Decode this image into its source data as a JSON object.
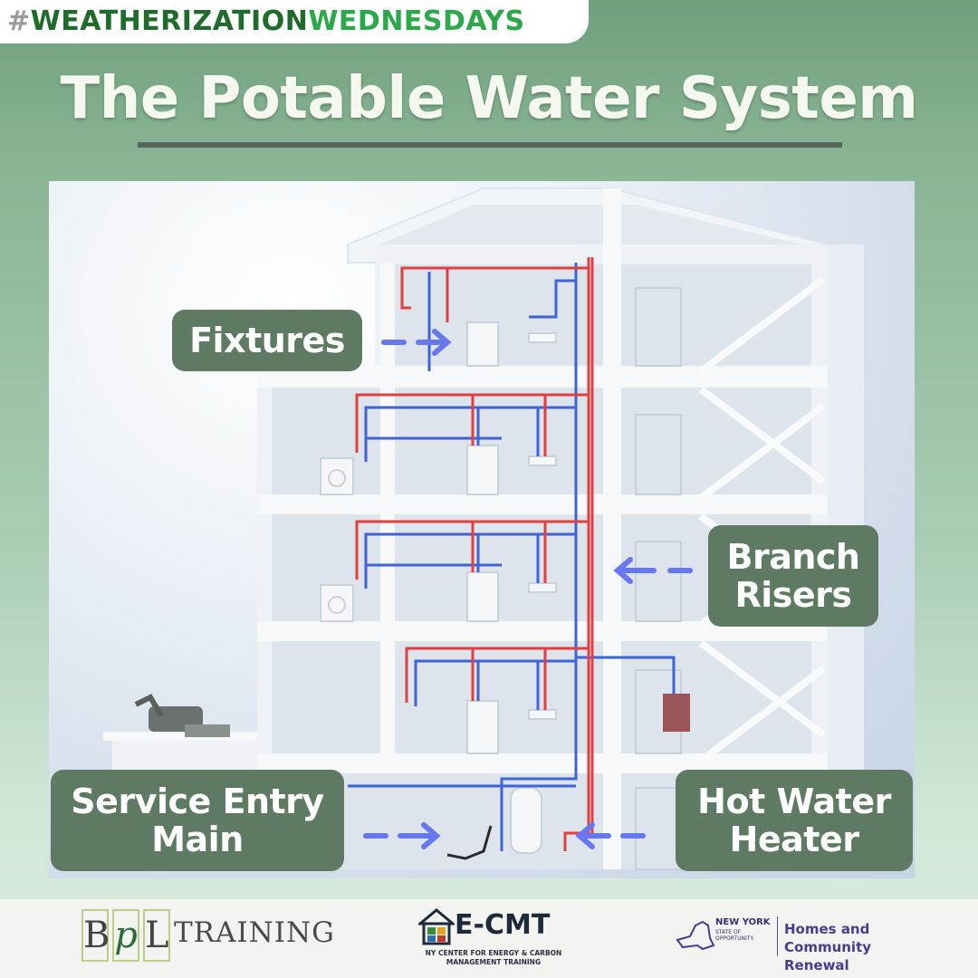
{
  "header": {
    "hashtag_symbol": "#",
    "hashtag_part1": "WEATHERIZATION",
    "hashtag_part2": "WEDNESDAYS"
  },
  "title": "The Potable Water System",
  "labels": {
    "fixtures": "Fixtures",
    "branch_risers_line1": "Branch",
    "branch_risers_line2": "Risers",
    "service_entry_line1": "Service Entry",
    "service_entry_line2": "Main",
    "hot_water_line1": "Hot Water",
    "hot_water_line2": "Heater"
  },
  "colors": {
    "callout_bg": "#5e7a62",
    "arrow": "#6677f0",
    "hot_pipe": "#e04040",
    "cold_pipe": "#3f63d8"
  },
  "footer": {
    "bpl_letters": [
      "B",
      "p",
      "L"
    ],
    "bpl_word": "TRAINING",
    "ecmt_name": "E-CMT",
    "ecmt_sub_line1": "NY CENTER FOR ENERGY & CARBON",
    "ecmt_sub_line2": "MANAGEMENT TRAINING",
    "nys_line1": "NEW YORK",
    "nys_line2": "STATE OF",
    "nys_line3": "OPPORTUNITY.",
    "hcr_line1": "Homes and",
    "hcr_line2": "Community Renewal"
  }
}
